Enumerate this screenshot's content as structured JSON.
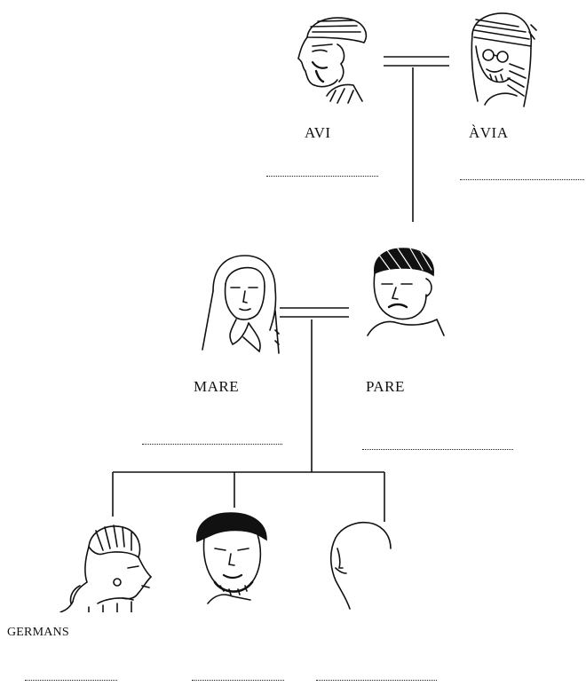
{
  "labels": {
    "grandfather": "AVI",
    "grandmother": "ÀVIA",
    "mother": "MARE",
    "father": "PARE",
    "siblings": "GERMANS"
  },
  "icons": {
    "grandfather": "grandfather-portrait-icon",
    "grandmother": "grandmother-portrait-icon",
    "mother": "mother-portrait-icon",
    "father": "father-portrait-icon",
    "sister": "sister-portrait-icon",
    "brother": "brother-portrait-icon",
    "blank": "blank-sibling-portrait-icon"
  },
  "colors": {
    "ink": "#111111",
    "paper": "#ffffff"
  }
}
